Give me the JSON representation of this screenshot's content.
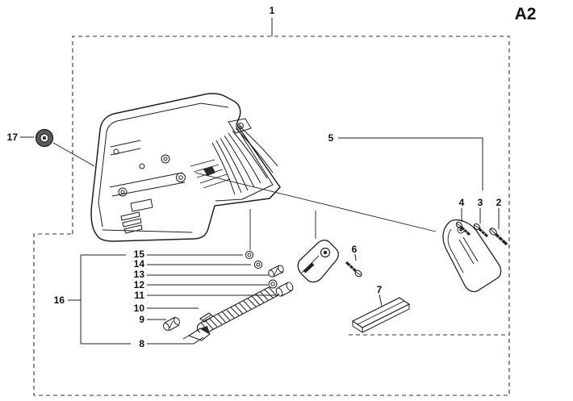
{
  "sheet": {
    "code": "A2"
  },
  "callouts": {
    "c1": "1",
    "c2": "2",
    "c3": "3",
    "c4": "4",
    "c5": "5",
    "c6": "6",
    "c7": "7",
    "c8": "8",
    "c9": "9",
    "c10": "10",
    "c11": "11",
    "c12": "12",
    "c13": "13",
    "c14": "14",
    "c15": "15",
    "c16": "16",
    "c17": "17"
  }
}
